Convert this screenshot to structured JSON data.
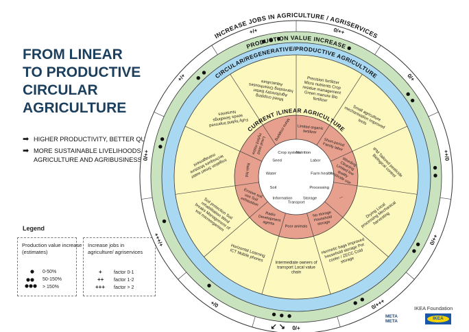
{
  "title": {
    "line1": "FROM LINEAR",
    "line2": "TO PRODUCTIVE",
    "line3": "CIRCULAR",
    "line4": "AGRICULTURE"
  },
  "bullets": [
    "HIGHER PRODUCTIVITY, BETTER QUALITY",
    "MORE SUSTAINABLE LIVELIHOODS IN",
    "AGRICULTURE AND AGRIBUSINESS"
  ],
  "legend": {
    "title": "Legend",
    "production": {
      "header": "Production value increase (estimates)",
      "rows": [
        "0-50%",
        "50-150%",
        "> 150%"
      ]
    },
    "jobs": {
      "header": "Increase jobs in agriculture/ agriservices",
      "rows": [
        {
          "sym": "+",
          "text": "factor 0-1"
        },
        {
          "sym": "++",
          "text": "factor 1-2"
        },
        {
          "sym": "+++",
          "text": "factor > 2"
        }
      ]
    }
  },
  "rings": {
    "outer": "INCREASE JOBS IN AGRICULTURE / AGRISERVICES",
    "production": "PRODUCTION VALUE INCREASE",
    "circular": "CIRCULAR/REGENERATIVE/PRODUCTIVE AGRICULTURE",
    "linear": "CURRENT /LINEAR AGRICULTURE"
  },
  "job_factors": [
    "0/++",
    "0/+",
    "++/0",
    "0/++",
    "0/+++",
    "0/+",
    "+/0",
    "+++/+",
    "0/++",
    "+/+",
    "+/+"
  ],
  "center_labels": [
    "Nutrition",
    "Labor",
    "Farm health",
    "Processing",
    "Storage",
    "Transport",
    "Information",
    "Soil",
    "Water",
    "Seed",
    "Crop system"
  ],
  "linear_items": [
    "Limited organic fertilizer",
    "Short-period Family labor",
    "Weeding Cleaning Limited low quality pesticide use",
    "---",
    "No storage Household storage",
    "Poor animals",
    "Radio Development agents",
    "Erosive soil use Soil exhaustion",
    "Rain fed",
    "Local seed Hybrid maize",
    "Mono cropping"
  ],
  "circular_items": [
    "Precision fertilizer Micro nutrients Crop residue management Green manure Bio fertilizer",
    "Small agriculture mechanisation Improved tools",
    "IPM Tailored pesticide Biological control",
    "Drying Local processing Mechanical harvesting",
    "Hermetic bags Improved household storage Pot cooler / ZECC Cold storage",
    "Intermediate owners of transport Local value chain",
    "Horizontal Learning ICT Mobile phones",
    "Soil protection Soil rehabilitation Wind breaks Management of soil microorganism",
    "Irrigation Smart water techniques Moisture management",
    "Fully hybrid Improved seeds Seedlings Nurseries",
    "Mixed cropping Agroforestry Better harvesting Greenhouses Aquaculture"
  ],
  "footer": {
    "foundation": "IKEA Foundation",
    "ikea": "IKEA",
    "meta": "META META"
  },
  "colors": {
    "title": "#1b3f5c",
    "green": "#c9e3bf",
    "blue": "#a9d8f2",
    "yellow": "#fdf8bd",
    "salmon": "#e7a08d",
    "white": "#ffffff"
  }
}
